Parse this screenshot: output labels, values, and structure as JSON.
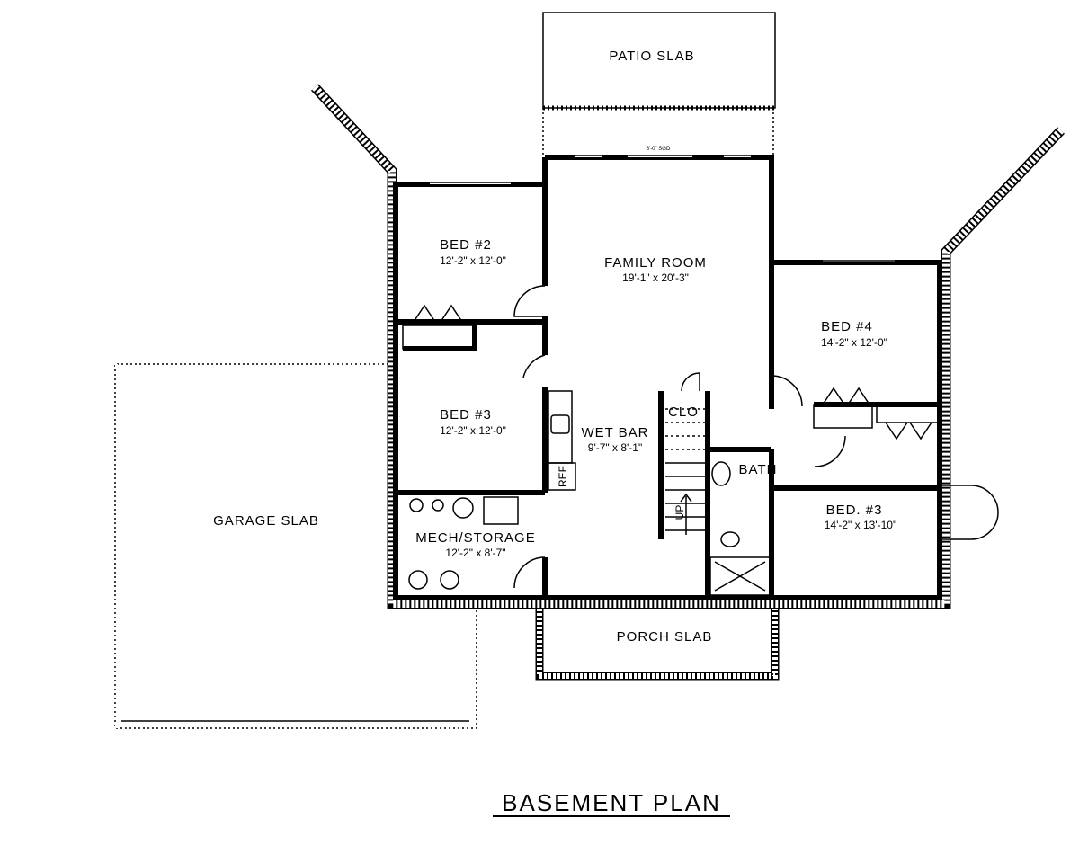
{
  "title": "BASEMENT PLAN",
  "rooms": {
    "patio": {
      "name": "PATIO SLAB"
    },
    "door_note": "6'-0\" SGD",
    "family": {
      "name": "FAMILY ROOM",
      "size": "19'-1\" x 20'-3\""
    },
    "bed2": {
      "name": "BED #2",
      "size": "12'-2\" x 12'-0\""
    },
    "bed3": {
      "name": "BED #3",
      "size": "12'-2\" x 12'-0\""
    },
    "bed4": {
      "name": "BED #4",
      "size": "14'-2\" x 12'-0\""
    },
    "bed3b": {
      "name": "BED. #3",
      "size": "14'-2\" x 13'-10\""
    },
    "wetbar": {
      "name": "WET BAR",
      "size": "9'-7\" x 8'-1\""
    },
    "mech": {
      "name": "MECH/STORAGE",
      "size": "12'-2\" x 8'-7\""
    },
    "clo": {
      "name": "CLO"
    },
    "bath": {
      "name": "BATH"
    },
    "ref": {
      "name": "REF"
    },
    "stair": {
      "name": "UP"
    },
    "garage": {
      "name": "GARAGE SLAB"
    },
    "porch": {
      "name": "PORCH SLAB"
    }
  }
}
